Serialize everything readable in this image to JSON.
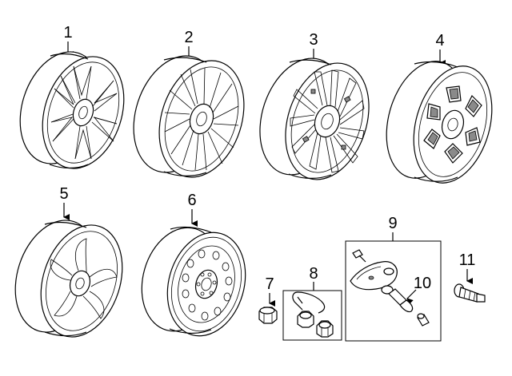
{
  "callouts": {
    "c1": "1",
    "c2": "2",
    "c3": "3",
    "c4": "4",
    "c5": "5",
    "c6": "6",
    "c7": "7",
    "c8": "8",
    "c9": "9",
    "c10": "10",
    "c11": "11"
  },
  "parts": [
    {
      "callout": "1",
      "icon": "split-spoke-alloy-wheel-icon"
    },
    {
      "callout": "2",
      "icon": "ten-spoke-alloy-wheel-icon"
    },
    {
      "callout": "3",
      "icon": "multi-spoke-alloy-wheel-icon"
    },
    {
      "callout": "4",
      "icon": "six-window-alloy-wheel-icon"
    },
    {
      "callout": "5",
      "icon": "five-blade-alloy-wheel-icon"
    },
    {
      "callout": "6",
      "icon": "steel-wheel-icon"
    },
    {
      "callout": "7",
      "icon": "lug-nut-icon"
    },
    {
      "callout": "8",
      "icon": "wheel-lock-kit-icon"
    },
    {
      "callout": "9",
      "icon": "tpms-sensor-kit-icon"
    },
    {
      "callout": "10",
      "icon": "valve-stem-icon"
    },
    {
      "callout": "11",
      "icon": "valve-stem-icon"
    }
  ]
}
